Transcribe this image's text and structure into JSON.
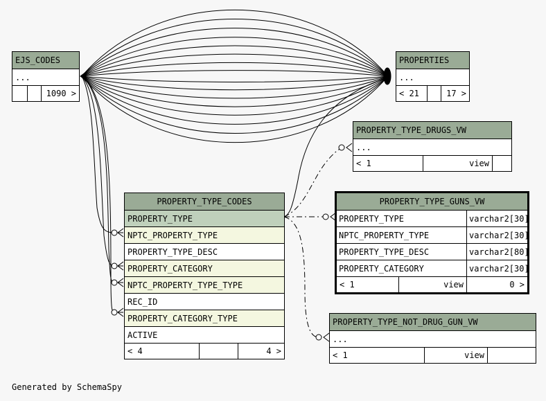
{
  "footer": {
    "generated_by": "Generated by SchemaSpy"
  },
  "tables": {
    "ejs_codes": {
      "name": "EJS_CODES",
      "placeholder": "...",
      "footer": {
        "parents": "",
        "columns": "",
        "children": "1090 >"
      }
    },
    "properties": {
      "name": "PROPERTIES",
      "placeholder": "...",
      "footer": {
        "parents": "< 21",
        "columns": "",
        "children": "17 >"
      }
    },
    "property_type_drugs_vw": {
      "name": "PROPERTY_TYPE_DRUGS_VW",
      "placeholder": "...",
      "footer": {
        "parents": "< 1",
        "type": "view",
        "children": ""
      }
    },
    "property_type_codes": {
      "name": "PROPERTY_TYPE_CODES",
      "columns": [
        "PROPERTY_TYPE",
        "NPTC_PROPERTY_TYPE",
        "PROPERTY_TYPE_DESC",
        "PROPERTY_CATEGORY",
        "NPTC_PROPERTY_TYPE_TYPE",
        "REC_ID",
        "PROPERTY_CATEGORY_TYPE",
        "ACTIVE"
      ],
      "footer": {
        "parents": "< 4",
        "columns": "",
        "children": "4 >"
      }
    },
    "property_type_guns_vw": {
      "name": "PROPERTY_TYPE_GUNS_VW",
      "columns": [
        {
          "name": "PROPERTY_TYPE",
          "type": "varchar2[30]"
        },
        {
          "name": "NPTC_PROPERTY_TYPE",
          "type": "varchar2[30]"
        },
        {
          "name": "PROPERTY_TYPE_DESC",
          "type": "varchar2[80]"
        },
        {
          "name": "PROPERTY_CATEGORY",
          "type": "varchar2[30]"
        }
      ],
      "footer": {
        "parents": "< 1",
        "type": "view",
        "children": "0 >"
      }
    },
    "property_type_not_drug_gun_vw": {
      "name": "PROPERTY_TYPE_NOT_DRUG_GUN_VW",
      "placeholder": "...",
      "footer": {
        "parents": "< 1",
        "type": "view",
        "children": ""
      }
    }
  }
}
